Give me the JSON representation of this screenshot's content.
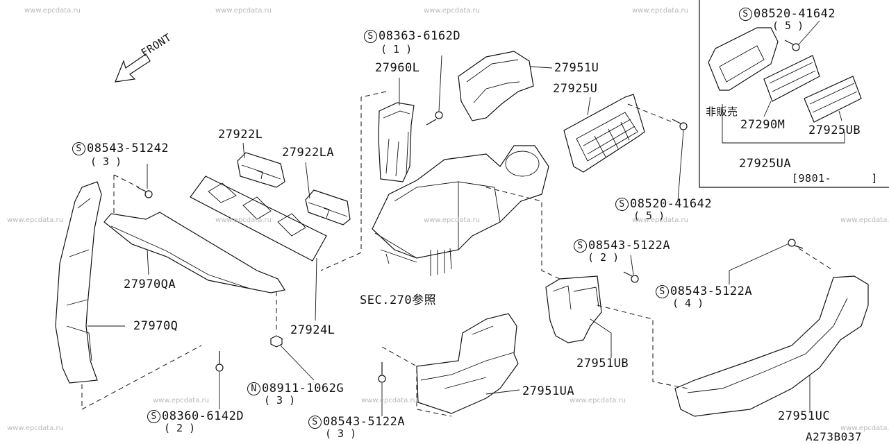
{
  "watermark": "www.epcdata.ru",
  "front_label": "FRONT",
  "figure_code": "A273B037",
  "inset": {
    "date_range": "[9801-      ]",
    "not_for_sale": "非販売"
  },
  "labels": {
    "bolt_08363_6162D": "08363-6162D",
    "qty_1": "( 1 )",
    "p27960L": "27960L",
    "p27951U": "27951U",
    "p27925U": "27925U",
    "bolt_08520_41642_top": "08520-41642",
    "qty_5_top": "( 5 )",
    "p27290M": "27290M",
    "p27925UB": "27925UB",
    "p27925UA": "27925UA",
    "p27922L": "27922L",
    "p27922LA": "27922LA",
    "bolt_08543_51242": "08543-51242",
    "qty_3_a": "( 3 )",
    "p27970QA": "27970QA",
    "p27970Q": "27970Q",
    "p27924L": "27924L",
    "sec270": "SEC.270参照",
    "bolt_08520_41642_mid": "08520-41642",
    "qty_5_mid": "( 5 )",
    "bolt_08543_5122A_a": "08543-5122A",
    "qty_2_a": "( 2 )",
    "bolt_08543_5122A_b": "08543-5122A",
    "qty_4": "( 4 )",
    "p27951UB": "27951UB",
    "nut_08911_1062G": "08911-1062G",
    "qty_3_b": "( 3 )",
    "p27951UA": "27951UA",
    "bolt_08360_6142D": "08360-6142D",
    "qty_2_b": "( 2 )",
    "bolt_08543_5122A_c": "08543-5122A",
    "qty_3_c": "( 3 )",
    "p27951UC": "27951UC"
  },
  "symbols": {
    "screw": "S",
    "nut": "N"
  }
}
